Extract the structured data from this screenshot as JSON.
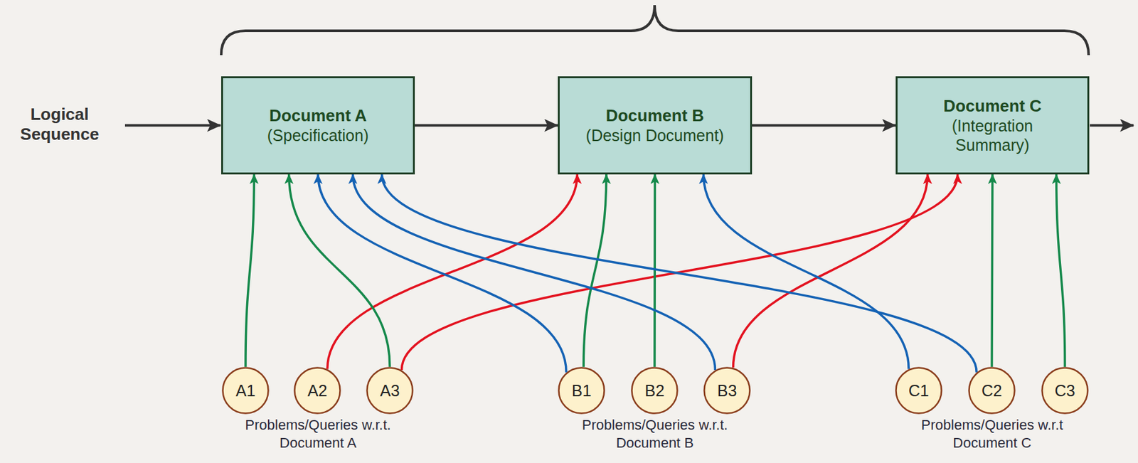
{
  "diagram": {
    "nodes": [
      {
        "text": [
          "Document A",
          "(Specification)"
        ]
      },
      {
        "text": [
          "Document B",
          "(Design Document)"
        ]
      },
      {
        "text": [
          "Document C",
          "(Integration Summary)"
        ]
      },
      {
        "text": [
          "Problems/Queries w.r.t. Document A"
        ]
      },
      {
        "text": [
          "A1"
        ],
        "in": 3
      },
      {
        "text": [
          "A2"
        ],
        "in": 3
      },
      {
        "text": [
          "A3"
        ],
        "in": 3
      },
      {
        "text": [
          "Problems/Queries w.r.t. Document B"
        ]
      },
      {
        "text": [
          "B1"
        ],
        "in": 7
      },
      {
        "text": [
          "B2"
        ],
        "in": 7
      },
      {
        "text": [
          "B3"
        ],
        "in": 7
      },
      {
        "text": [
          "Problems/Queries w.r.t Document C"
        ]
      },
      {
        "text": [
          "C1"
        ],
        "in": 11
      },
      {
        "text": [
          "C2"
        ],
        "in": 11
      },
      {
        "text": [
          "C3"
        ],
        "in": 11
      }
    ],
    "edges": [
      {
        "from": 0,
        "to": 1,
        "arrow": "to"
      },
      {
        "from": 1,
        "to": 2,
        "arrow": "to"
      },
      {
        "from": 4,
        "to": 0,
        "arrow": "to"
      },
      {
        "from": 5,
        "to": 1,
        "arrow": "to"
      },
      {
        "from": 6,
        "to": 0,
        "arrow": "to"
      },
      {
        "from": 6,
        "to": 2,
        "arrow": "to"
      },
      {
        "from": 8,
        "to": 0,
        "arrow": "to"
      },
      {
        "from": 8,
        "to": 1,
        "arrow": "to"
      },
      {
        "from": 9,
        "to": 1,
        "arrow": "to"
      },
      {
        "from": 10,
        "to": 0,
        "arrow": "to"
      },
      {
        "from": 10,
        "to": 2,
        "arrow": "to"
      },
      {
        "from": 12,
        "to": 1,
        "arrow": "to"
      },
      {
        "from": 13,
        "to": 0,
        "arrow": "to"
      },
      {
        "from": 13,
        "to": 2,
        "arrow": "to"
      },
      {
        "from": 14,
        "to": 2,
        "arrow": "to"
      }
    ],
    "labels": [
      "Logical Sequence"
    ]
  }
}
